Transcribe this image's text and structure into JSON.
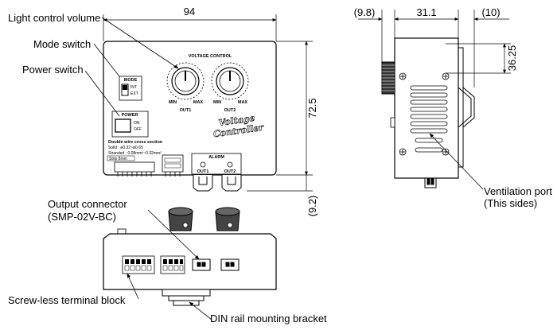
{
  "callouts": {
    "light_control_volume": "Light control volume",
    "mode_switch": "Mode switch",
    "power_switch": "Power switch",
    "output_connector_line1": "Output connector",
    "output_connector_line2": "(SMP-02V-BC)",
    "screw_less_terminal": "Screw-less terminal block",
    "din_rail_bracket": "DIN rail mounting bracket",
    "ventilation_port_line1": "Ventilation port",
    "ventilation_port_line2": "(This sides)"
  },
  "dimensions": {
    "front_width": "94",
    "front_height": "72.5",
    "front_bottom": "(9.2)",
    "side_left": "(9.8)",
    "side_mid": "31.1",
    "side_right": "(10)",
    "side_height": "36.25"
  },
  "panel": {
    "voltage_control": "VOLTAGE CONTROL",
    "mode": "MODE",
    "mode_int": "INT",
    "mode_ext": "EXT",
    "power": "POWER",
    "on": "ON",
    "off": "OFF",
    "min": "MIN",
    "max": "MAX",
    "out1": "OUT1",
    "out2": "OUT2",
    "alarm": "ALARM",
    "brand_line1": "Voltage",
    "brand_line2": "Controller",
    "wire_line1": "Double wire cross section",
    "wire_line2": "Solid : ø0.32~ø0.65",
    "wire_line3": "Stranded : 0.08mm²~0.32mm²",
    "wire_line4": "Strip 8mm"
  }
}
